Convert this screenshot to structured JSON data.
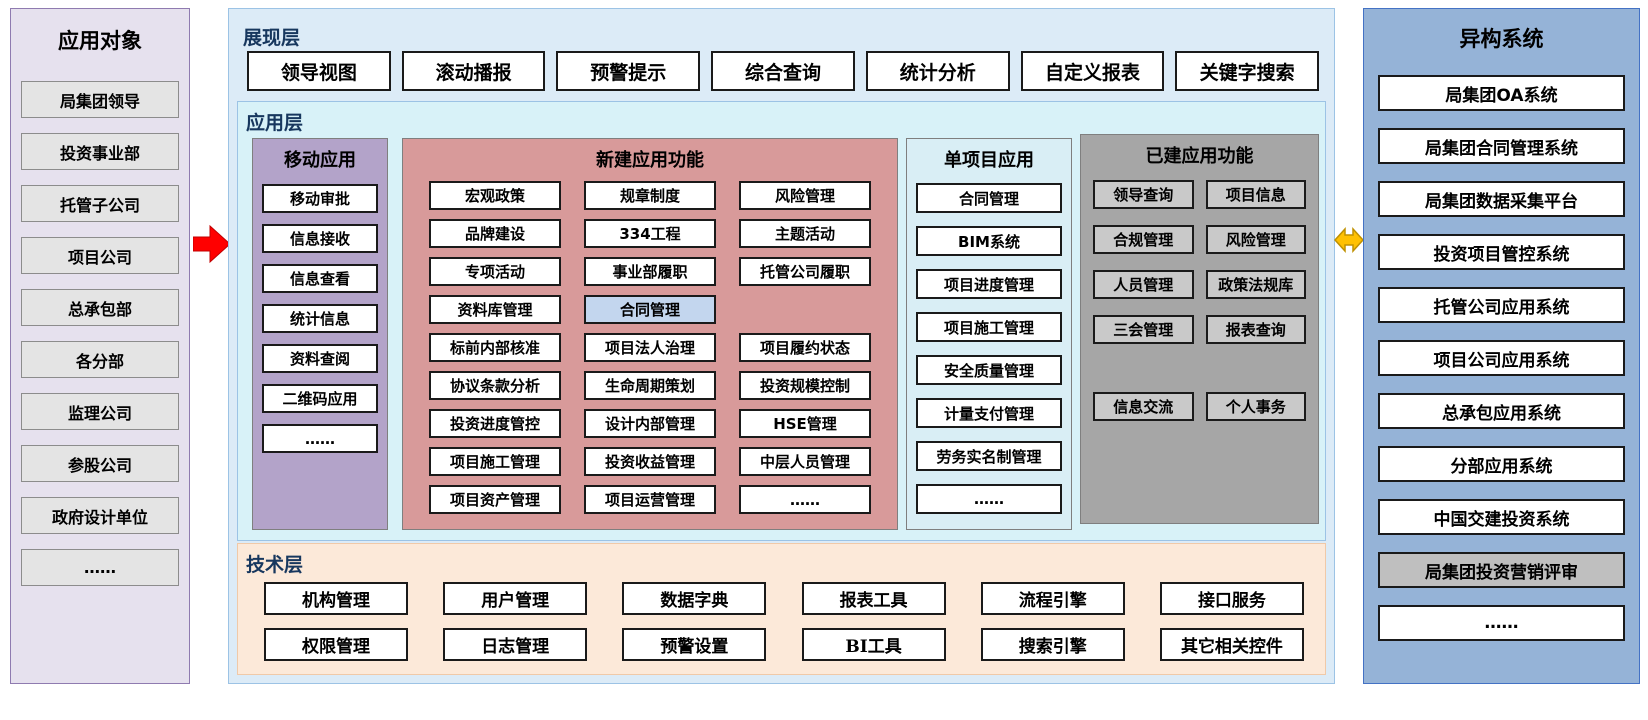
{
  "colors": {
    "left_bg": "#e6e1ee",
    "center_bg": "#dcebf7",
    "app_bg": "#d8f2f8",
    "mobile_bg": "#b3a3c9",
    "new_bg": "#d89a9a",
    "single_bg": "#d9eef5",
    "built_bg": "#a6a6a6",
    "tech_bg": "#fce9d9",
    "right_bg": "#95b3d7",
    "highlight": "#c3d6ee",
    "arrow_red": "#ff0000",
    "arrow_yellow": "#ffc000"
  },
  "left_panel": {
    "title": "应用对象",
    "items": [
      "局集团领导",
      "投资事业部",
      "托管子公司",
      "项目公司",
      "总承包部",
      "各分部",
      "监理公司",
      "参股公司",
      "政府设计单位",
      "……"
    ]
  },
  "center": {
    "presentation": {
      "title": "展现层",
      "items": [
        "领导视图",
        "滚动播报",
        "预警提示",
        "综合查询",
        "统计分析",
        "自定义报表",
        "关键字搜索"
      ]
    },
    "application": {
      "title": "应用层",
      "mobile": {
        "title": "移动应用",
        "items": [
          "移动审批",
          "信息接收",
          "信息查看",
          "统计信息",
          "资料查阅",
          "二维码应用",
          "……"
        ]
      },
      "new_functions": {
        "title": "新建应用功能",
        "col1": [
          "宏观政策",
          "品牌建设",
          "专项活动",
          "资料库管理",
          "标前内部核准",
          "协议条款分析",
          "投资进度管控",
          "项目施工管理",
          "项目资产管理"
        ],
        "col2": [
          "规章制度",
          "334工程",
          "事业部履职",
          "合同管理",
          "项目法人治理",
          "生命周期策划",
          "设计内部管理",
          "投资收益管理",
          "项目运营管理"
        ],
        "col3": [
          "风险管理",
          "主题活动",
          "托管公司履职",
          "",
          "项目履约状态",
          "投资规模控制",
          "HSE管理",
          "中层人员管理",
          "……"
        ]
      },
      "single_project": {
        "title": "单项目应用",
        "items": [
          "合同管理",
          "BIM系统",
          "项目进度管理",
          "项目施工管理",
          "安全质量管理",
          "计量支付管理",
          "劳务实名制管理",
          "……"
        ]
      },
      "built": {
        "title": "已建应用功能",
        "items_top": [
          "领导查询",
          "项目信息",
          "合规管理",
          "风险管理",
          "人员管理",
          "政策法规库",
          "三会管理",
          "报表查询"
        ],
        "items_bottom": [
          "信息交流",
          "个人事务"
        ]
      }
    },
    "technology": {
      "title": "技术层",
      "row1": [
        "机构管理",
        "用户管理",
        "数据字典",
        "报表工具",
        "流程引擎",
        "接口服务"
      ],
      "row2": [
        "权限管理",
        "日志管理",
        "预警设置",
        "BI工具",
        "搜索引擎",
        "其它相关控件"
      ]
    }
  },
  "right_panel": {
    "title": "异构系统",
    "items": [
      "局集团OA系统",
      "局集团合同管理系统",
      "局集团数据采集平台",
      "投资项目管控系统",
      "托管公司应用系统",
      "项目公司应用系统",
      "总承包应用系统",
      "分部应用系统",
      "中国交建投资系统",
      "局集团投资营销评审",
      "……"
    ]
  }
}
